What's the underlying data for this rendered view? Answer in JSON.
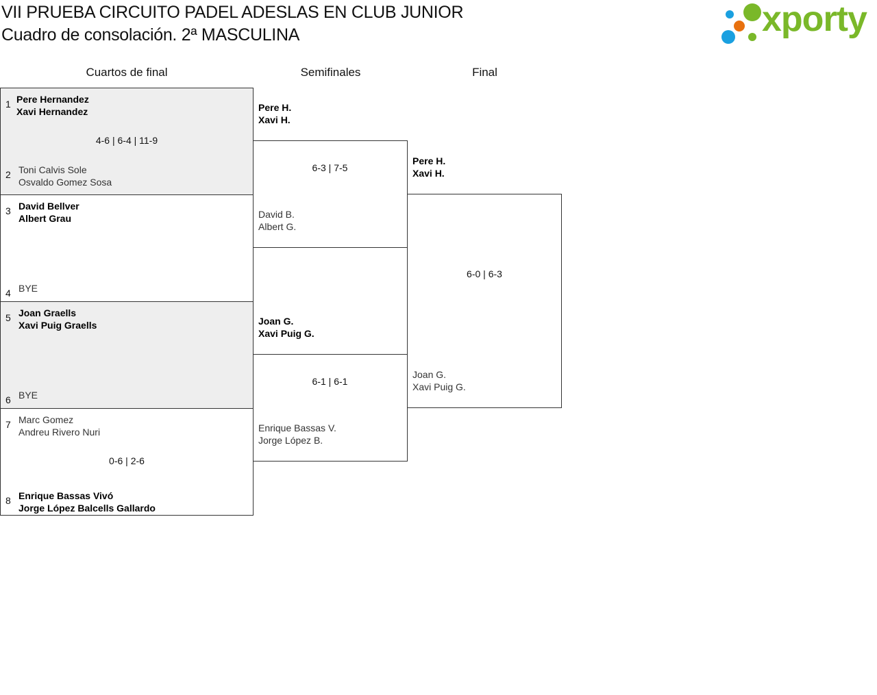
{
  "header": {
    "title": "VII PRUEBA CIRCUITO PADEL ADESLAS EN CLUB JUNIOR",
    "subtitle": "Cuadro de consolación. 2ª MASCULINA",
    "logo_text": "xporty"
  },
  "colors": {
    "logo_green": "#7ab829",
    "logo_blue": "#1aa0e0",
    "logo_orange": "#e8710f",
    "shade": "#eeeeee"
  },
  "rounds": [
    "Cuartos de final",
    "Semifinales",
    "Final"
  ],
  "quarterfinals": [
    {
      "score": "4-6 | 6-4 | 11-9",
      "top": {
        "seed": "1",
        "p1": "Pere Hernandez",
        "p2": "Xavi Hernandez"
      },
      "bottom": {
        "seed": "2",
        "p1": "Toni Calvis Sole",
        "p2": "Osvaldo Gomez Sosa"
      }
    },
    {
      "score": "",
      "top": {
        "seed": "3",
        "p1": "David Bellver",
        "p2": "Albert Grau"
      },
      "bottom": {
        "seed": "4",
        "p1": "BYE",
        "p2": ""
      }
    },
    {
      "score": "",
      "top": {
        "seed": "5",
        "p1": "Joan Graells",
        "p2": "Xavi Puig Graells"
      },
      "bottom": {
        "seed": "6",
        "p1": "BYE",
        "p2": ""
      }
    },
    {
      "score": "0-6 | 2-6",
      "top": {
        "seed": "7",
        "p1": "Marc Gomez",
        "p2": "Andreu Rivero Nuri"
      },
      "bottom": {
        "seed": "8",
        "p1": "Enrique Bassas Vivó",
        "p2": "Jorge López Balcells Gallardo"
      }
    }
  ],
  "semifinals": [
    {
      "score": "6-3 | 7-5",
      "top": {
        "p1": "Pere H.",
        "p2": "Xavi H."
      },
      "bottom": {
        "p1": "David B.",
        "p2": "Albert G."
      }
    },
    {
      "score": "6-1 | 6-1",
      "top": {
        "p1": "Joan G.",
        "p2": "Xavi Puig G."
      },
      "bottom": {
        "p1": "Enrique Bassas V.",
        "p2": "Jorge López B."
      }
    }
  ],
  "final": {
    "score": "6-0 | 6-3",
    "top": {
      "p1": "Pere H.",
      "p2": "Xavi H."
    },
    "bottom": {
      "p1": "Joan G.",
      "p2": "Xavi Puig G."
    }
  }
}
